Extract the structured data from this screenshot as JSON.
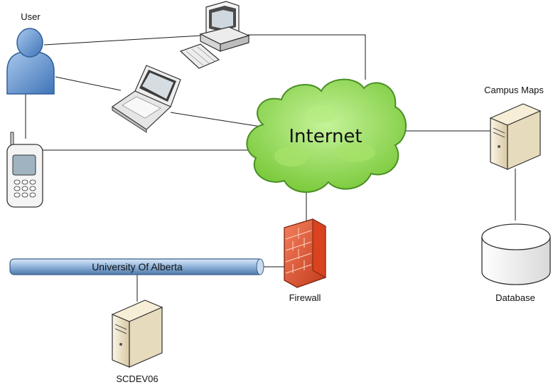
{
  "nodes": {
    "user": {
      "label": "User"
    },
    "internet": {
      "label": "Internet"
    },
    "campus_maps": {
      "label": "Campus Maps"
    },
    "database": {
      "label": "Database"
    },
    "firewall": {
      "label": "Firewall"
    },
    "network": {
      "label": "University Of Alberta"
    },
    "server": {
      "label": "SCDEV06"
    }
  },
  "colors": {
    "user_body": "#6b9bd2",
    "cloud_fill": "#9be05a",
    "cloud_stroke": "#3f7f1f",
    "firewall": "#e8552f",
    "pipe": "#9fbfe0",
    "server": "#efe3c7"
  },
  "icons": [
    "user-icon",
    "desktop-computer-icon",
    "laptop-icon",
    "mobile-phone-icon",
    "cloud-icon",
    "server-icon",
    "database-icon",
    "firewall-icon"
  ]
}
